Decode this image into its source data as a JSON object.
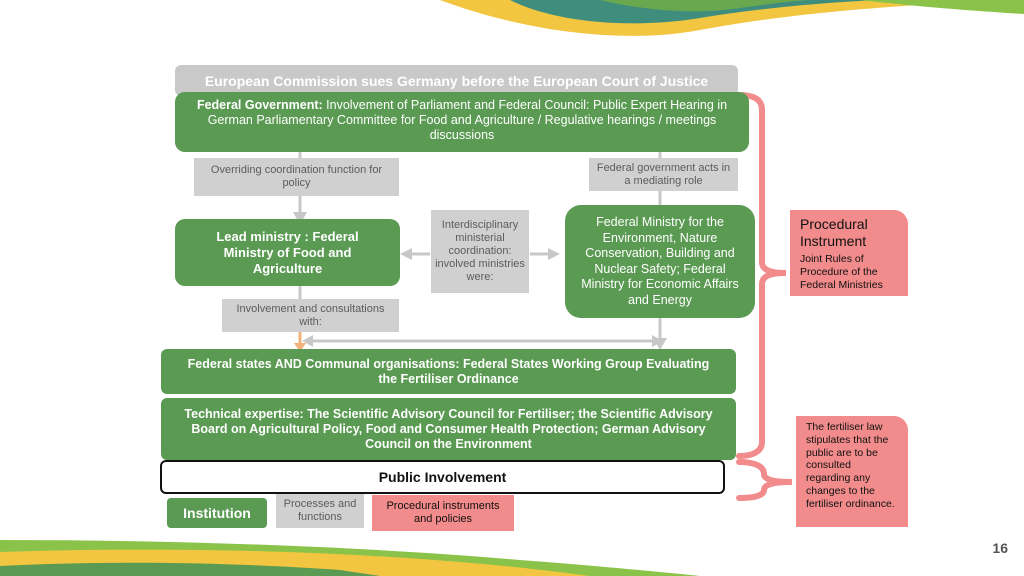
{
  "title_bar": "European Commission sues Germany before the European Court of Justice",
  "federal_government": {
    "label": "Federal Government:",
    "text": " Involvement of Parliament and Federal Council: Public Expert Hearing in German Parliamentary Committee for Food and Agriculture / Regulative hearings / meetings discussions"
  },
  "overriding_coordination": "Overriding coordination function for policy",
  "mediating_role": "Federal government acts in a mediating role",
  "lead_ministry": "Lead ministry : Federal Ministry of Food and Agriculture",
  "interdisciplinary": "Interdisciplinary ministerial coordination: involved ministries  were:",
  "environment_ministry": "Federal Ministry for the Environment, Nature Conservation, Building and Nuclear Safety; Federal Ministry for Economic Affairs and Energy",
  "involvement_consultations": "Involvement and consultations with:",
  "federal_states": "Federal states AND Communal organisations: Federal States Working Group Evaluating the Fertiliser Ordinance",
  "technical_expertise": "Technical expertise: The Scientific Advisory Council for Fertiliser; the Scientific Advisory Board on Agricultural Policy, Food and Consumer Health Protection; German Advisory Council on the Environment",
  "public_involvement": "Public Involvement",
  "procedural_instrument": {
    "title": "Procedural Instrument",
    "text": "Joint Rules of Procedure of the Federal Ministries"
  },
  "fertiliser_law": "The fertiliser law stipulates that the public are to be consulted regarding any changes to the fertiliser ordinance.",
  "legend": {
    "institution": "Institution",
    "processes": "Processes and functions",
    "procedural": "Procedural instruments and policies"
  },
  "page_number": "16",
  "colors": {
    "green": "#5a9a52",
    "grey": "#d0d0d0",
    "pink": "#f28b8b",
    "arrow": "#c8c8c8",
    "orange": "#f0b27a"
  }
}
